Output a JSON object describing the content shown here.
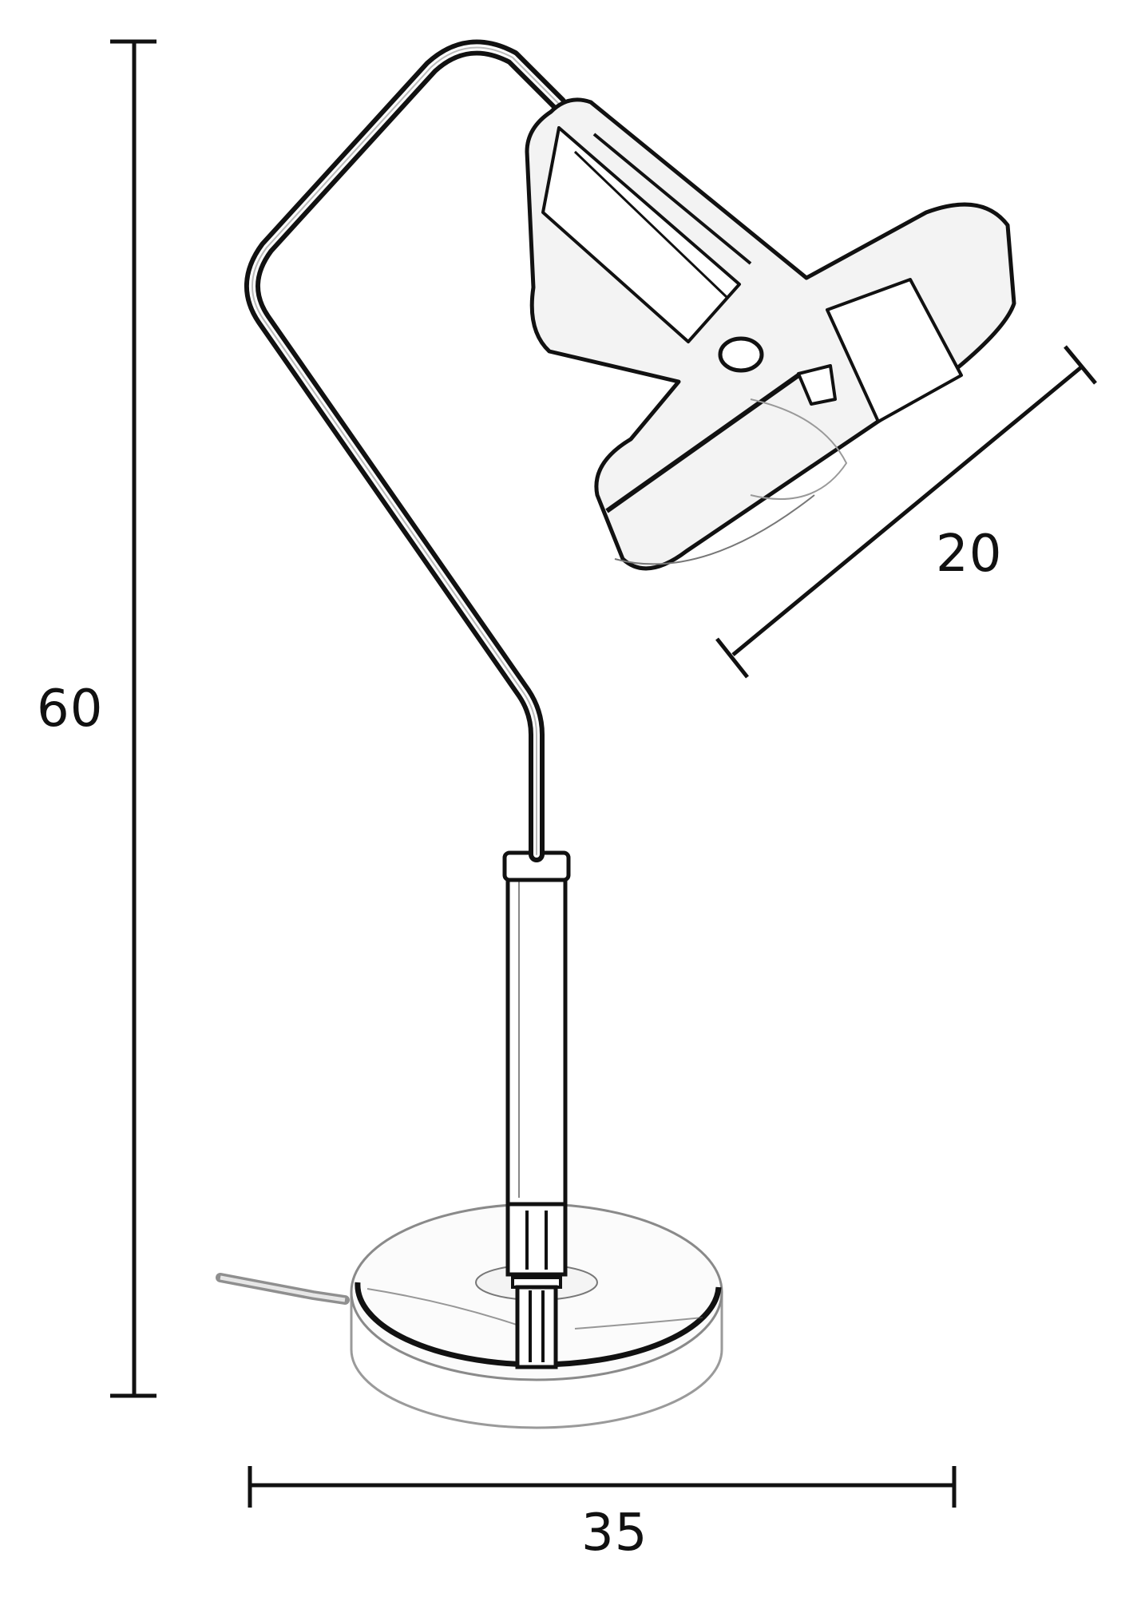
{
  "diagram": {
    "type": "product-dimension-drawing",
    "subject": "desk lamp",
    "style": "black line art on white",
    "colors": {
      "line": "#111111",
      "shade_fill": "#f2f2f2",
      "cord": "#9a9a9a",
      "background": "#ffffff"
    }
  },
  "dimensions": {
    "height": {
      "label": "60",
      "orientation": "vertical"
    },
    "shade": {
      "label": "20",
      "orientation": "diagonal"
    },
    "width": {
      "label": "35",
      "orientation": "horizontal"
    }
  },
  "components": [
    "shade",
    "bent-arm",
    "stem",
    "base",
    "power-cord"
  ]
}
